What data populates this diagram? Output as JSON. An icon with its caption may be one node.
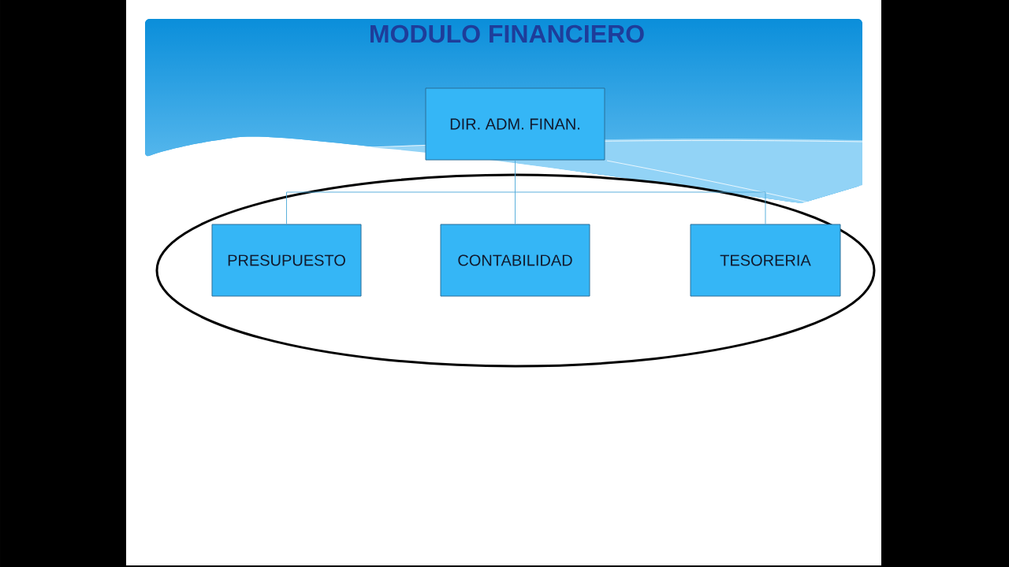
{
  "diagram": {
    "title": "MODULO FINANCIERO",
    "nodes": [
      {
        "text": [
          "DIR. ADM. FINAN."
        ]
      },
      {
        "text": [
          "PRESUPUESTO"
        ]
      },
      {
        "text": [
          "CONTABILIDAD"
        ]
      },
      {
        "text": [
          "TESORERIA"
        ]
      }
    ],
    "edges": [
      {
        "from": 0,
        "to": 1,
        "arrow": "none"
      },
      {
        "from": 0,
        "to": 2,
        "arrow": "none"
      },
      {
        "from": 0,
        "to": 3,
        "arrow": "none"
      }
    ]
  }
}
